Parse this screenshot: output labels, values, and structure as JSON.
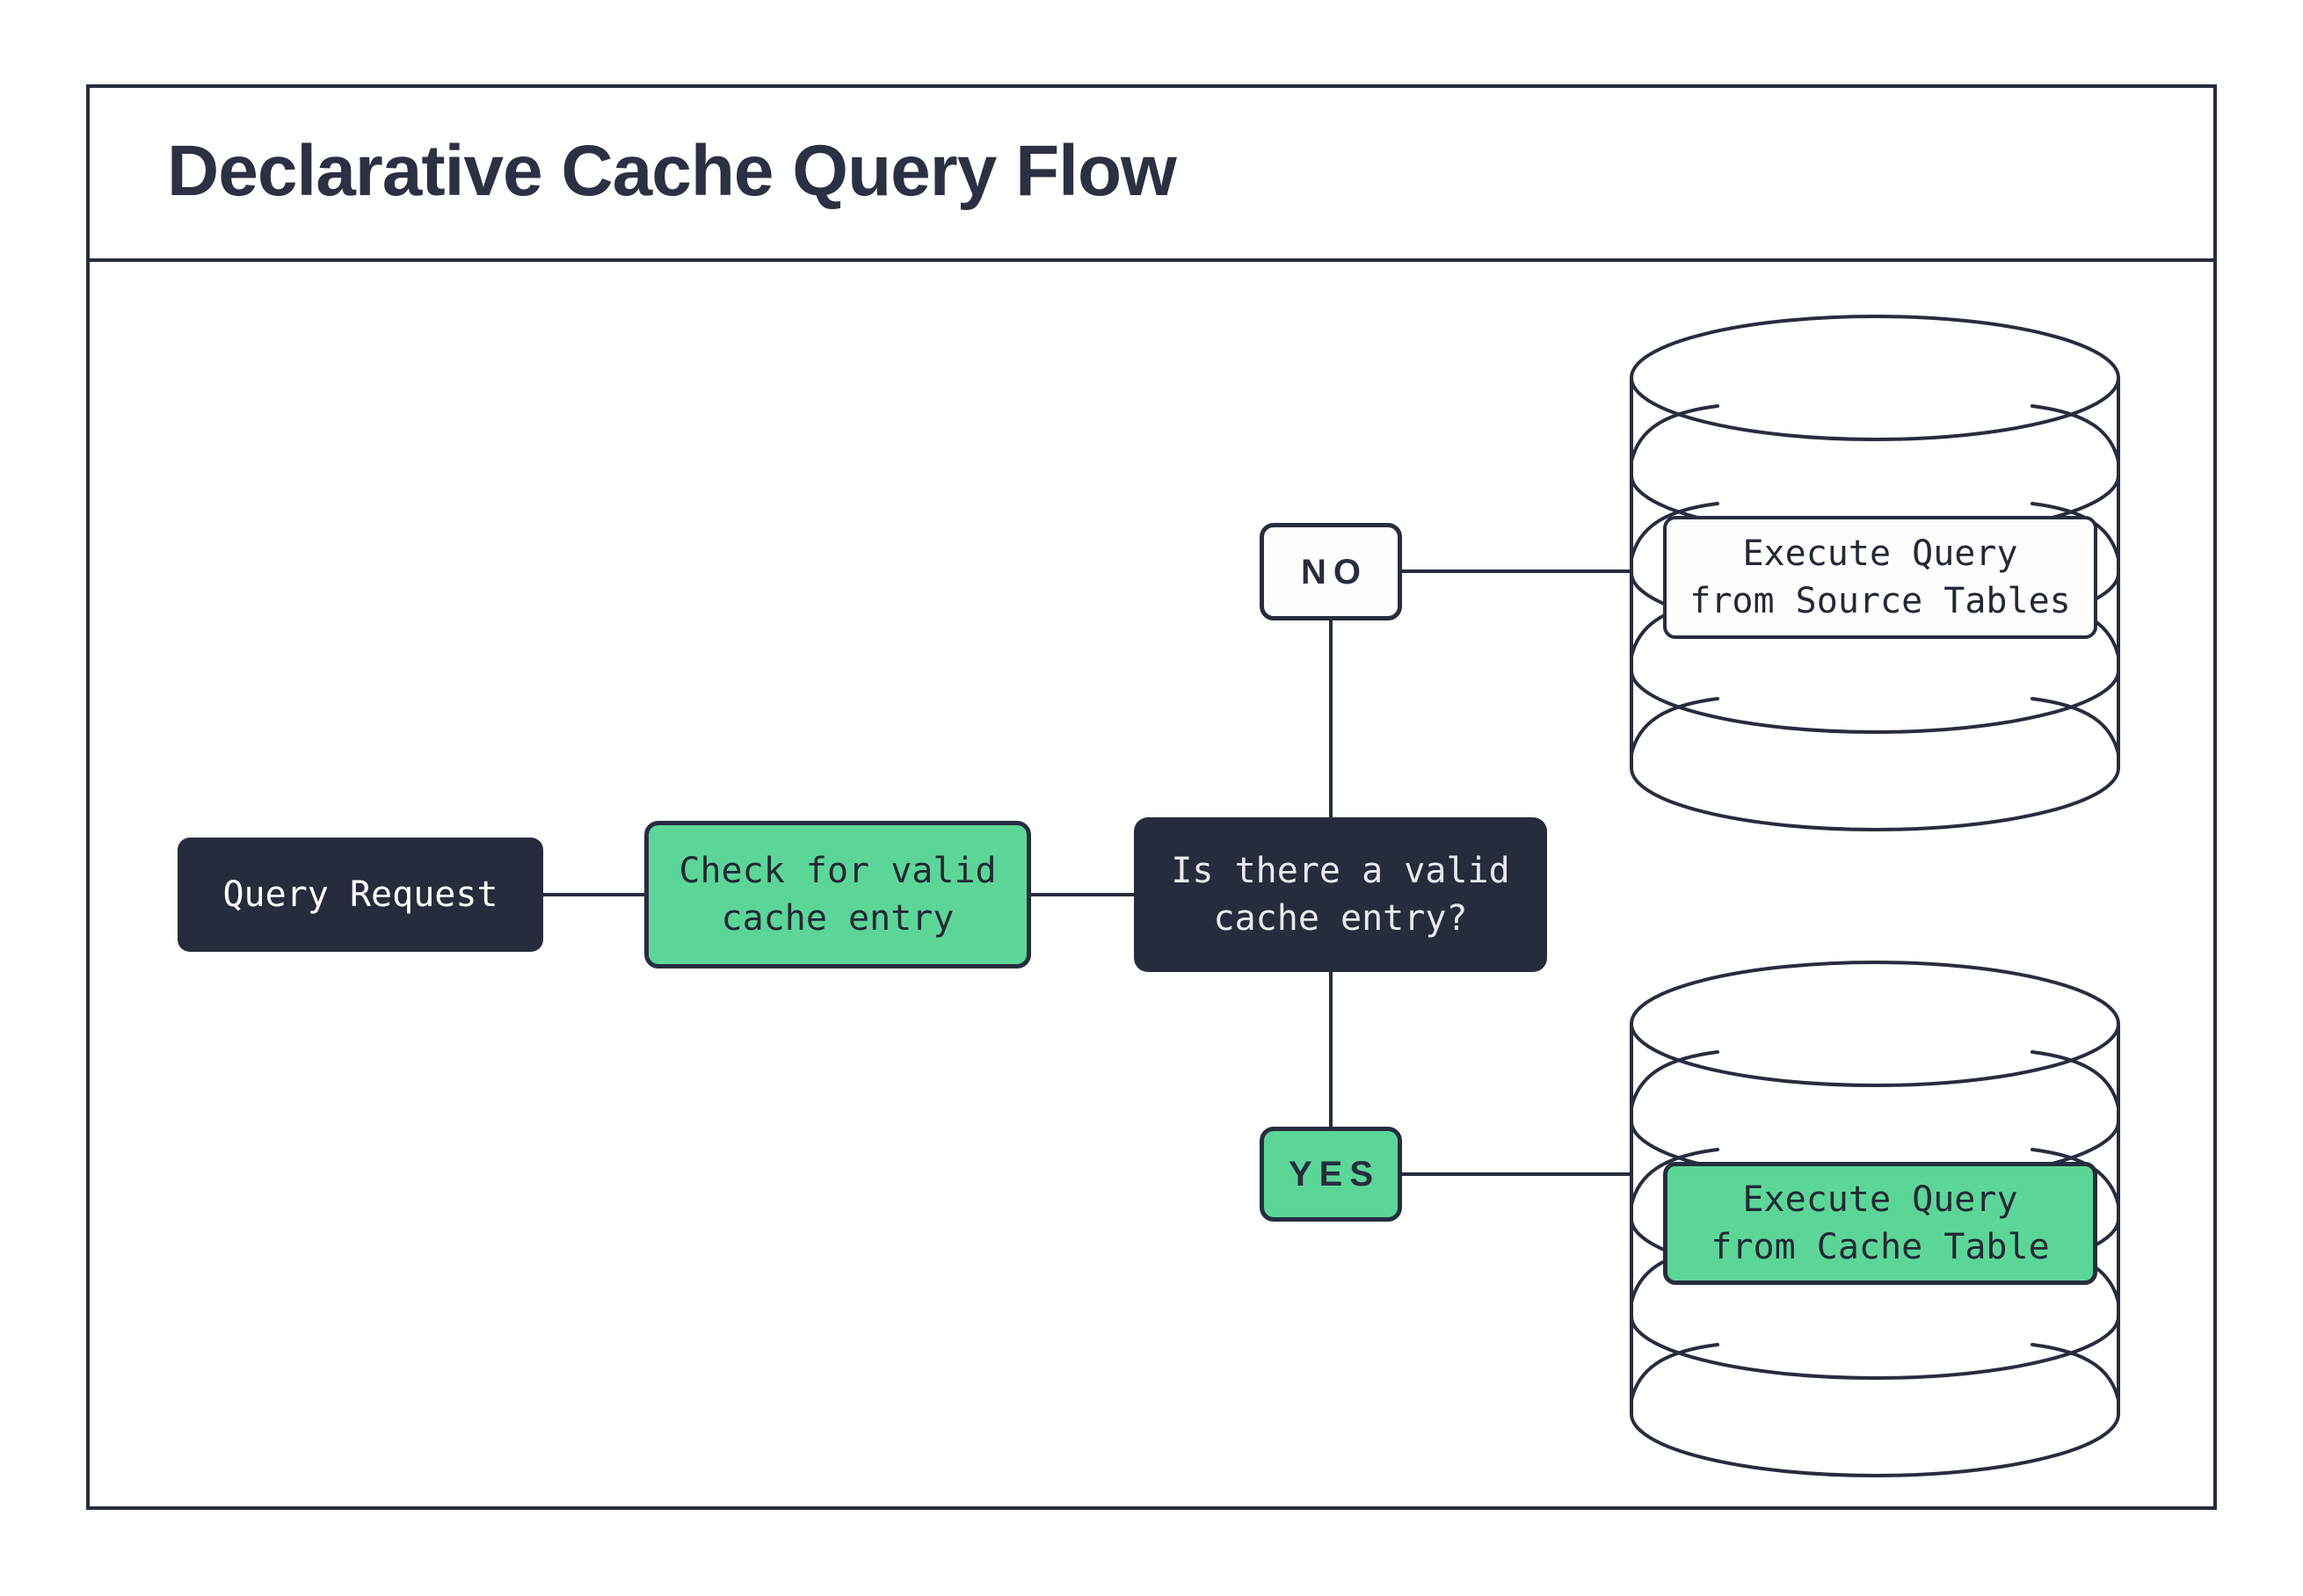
{
  "title": "Declarative Cache Query Flow",
  "flow": {
    "query_request": "Query Request",
    "check_cache": "Check for valid\ncache entry",
    "decision": "Is there a valid\ncache entry?",
    "branch_no": "NO",
    "branch_yes": "YES",
    "source_db_action": "Execute Query\nfrom Source Tables",
    "cache_db_action": "Execute Query\nfrom Cache Table"
  },
  "colors": {
    "ink": "#272d3e",
    "dark_fill": "#262c3b",
    "green": "#5cd698",
    "box_bg": "#fdfdfd",
    "page_bg": "#ffffff"
  }
}
